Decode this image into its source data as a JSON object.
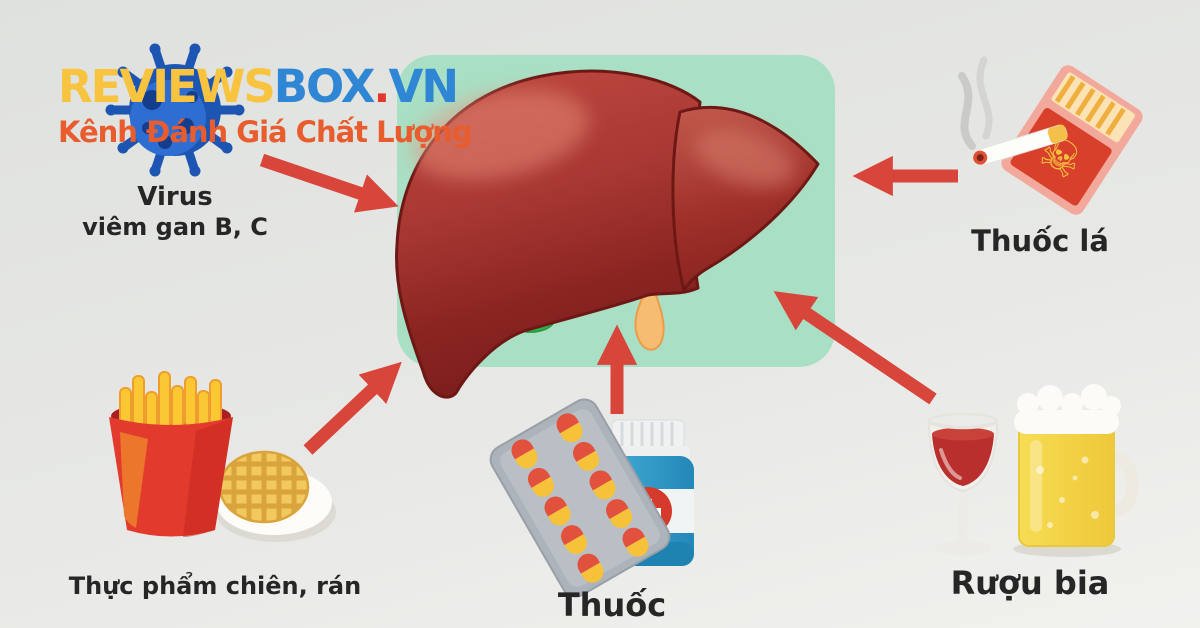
{
  "logo": {
    "part_reviews": "REVIEWS",
    "part_box": "BOX",
    "part_dot": ".",
    "part_vn": "VN",
    "tagline": "Kênh Đánh Giá Chất Lượng"
  },
  "diagram": {
    "center_organ": "liver",
    "causes": [
      {
        "id": "virus-hepatitis",
        "line1": "Virus",
        "line2": "viêm gan B, C",
        "icon": "virus-icon",
        "position": "top-left"
      },
      {
        "id": "tobacco",
        "label": "Thuốc lá",
        "icon": "cigarette-pack-icon",
        "position": "top-right"
      },
      {
        "id": "fried-food",
        "label": "Thực phẩm chiên, rán",
        "icon": "fries-and-waffle-icon",
        "position": "bottom-left"
      },
      {
        "id": "medicine",
        "label": "Thuốc",
        "icon": "pill-blister-and-bottle-icon",
        "position": "bottom-center"
      },
      {
        "id": "alcohol",
        "label": "Rượu bia",
        "icon": "wine-and-beer-icon",
        "position": "bottom-right"
      }
    ]
  },
  "glyphs": {
    "skull": "☠"
  },
  "colors": {
    "background": "#e7e8e5",
    "panel_green": "#a9dfc4",
    "arrow_red": "#d8453a",
    "liver_main": "#a93833",
    "liver_dark": "#7c1e1c",
    "logo_yellow": "#f8c440",
    "logo_blue": "#2e86d4",
    "logo_red": "#e2372b",
    "tagline_orange": "#e85c2e",
    "label_text": "#262626",
    "virus_blue": "#1d55b2",
    "gallbladder_green": "#2fae4e",
    "duct_orange": "#f6bd72"
  }
}
